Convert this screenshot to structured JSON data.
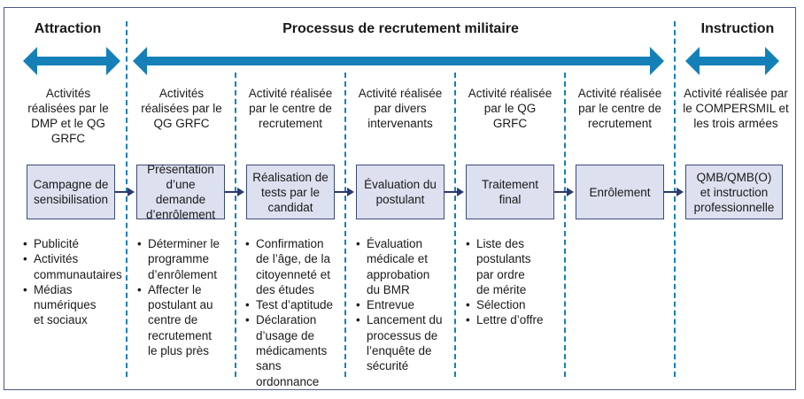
{
  "phases": {
    "attraction": "Attraction",
    "process": "Processus de recrutement militaire",
    "instruction": "Instruction"
  },
  "colors": {
    "arrow": "#1580b8",
    "dash": "#1580b8",
    "box_fill": "#dde0ef",
    "box_border": "#3b4a7a",
    "frame_border": "#4a5a8a"
  },
  "columns": [
    {
      "actor": "Activités réalisées par le DMP et le QG GRFC",
      "actor_lines": [
        "Activités",
        "réalisées par le",
        "DMP et le QG",
        "GRFC"
      ],
      "step_lines": [
        "Campagne de",
        "sensibilisation"
      ],
      "bullets": [
        {
          "lines": [
            "Publicité"
          ]
        },
        {
          "lines": [
            "Activités",
            "communautaires"
          ]
        },
        {
          "lines": [
            "Médias",
            "numériques",
            "et sociaux"
          ]
        }
      ]
    },
    {
      "actor_lines": [
        "Activités",
        "réalisées par le",
        "QG GRFC"
      ],
      "step_lines": [
        "Présentation",
        "d’une demande",
        "d’enrôlement"
      ],
      "bullets": [
        {
          "lines": [
            "Déterminer le",
            "programme",
            "d’enrôlement"
          ]
        },
        {
          "lines": [
            "Affecter le",
            "postulant au",
            "centre de",
            "recrutement",
            "le plus près"
          ]
        }
      ]
    },
    {
      "actor_lines": [
        "Activité réalisée",
        "par le centre de",
        "recrutement"
      ],
      "step_lines": [
        "Réalisation de",
        "tests par le",
        "candidat"
      ],
      "bullets": [
        {
          "lines": [
            "Confirmation",
            "de l’âge, de la",
            "citoyenneté et",
            "des études"
          ]
        },
        {
          "lines": [
            "Test d’aptitude"
          ]
        },
        {
          "lines": [
            "Déclaration",
            "d’usage de",
            "médicaments",
            "sans ordonnance"
          ]
        }
      ]
    },
    {
      "actor_lines": [
        "Activité réalisée",
        "par divers",
        "intervenants"
      ],
      "step_lines": [
        "Évaluation du",
        "postulant"
      ],
      "bullets": [
        {
          "lines": [
            "Évaluation",
            "médicale et",
            "approbation",
            "du BMR"
          ]
        },
        {
          "lines": [
            "Entrevue"
          ]
        },
        {
          "lines": [
            "Lancement du",
            "processus de",
            "l’enquête de",
            "sécurité"
          ]
        }
      ]
    },
    {
      "actor_lines": [
        "Activité réalisée",
        "par le QG",
        "GRFC"
      ],
      "step_lines": [
        "Traitement",
        "final"
      ],
      "bullets": [
        {
          "lines": [
            "Liste des",
            "postulants",
            "par ordre",
            "de mérite"
          ]
        },
        {
          "lines": [
            "Sélection"
          ]
        },
        {
          "lines": [
            "Lettre d’offre"
          ]
        }
      ]
    },
    {
      "actor_lines": [
        "Activité réalisée",
        "par le centre de",
        "recrutement"
      ],
      "step_lines": [
        "Enrôlement"
      ],
      "bullets": []
    },
    {
      "actor_lines": [
        "Activité réalisée par",
        "le COMPERSMIL et",
        "les trois armées"
      ],
      "step_lines": [
        "QMB/QMB(O)",
        "et instruction",
        "professionnelle"
      ],
      "bullets": []
    }
  ]
}
